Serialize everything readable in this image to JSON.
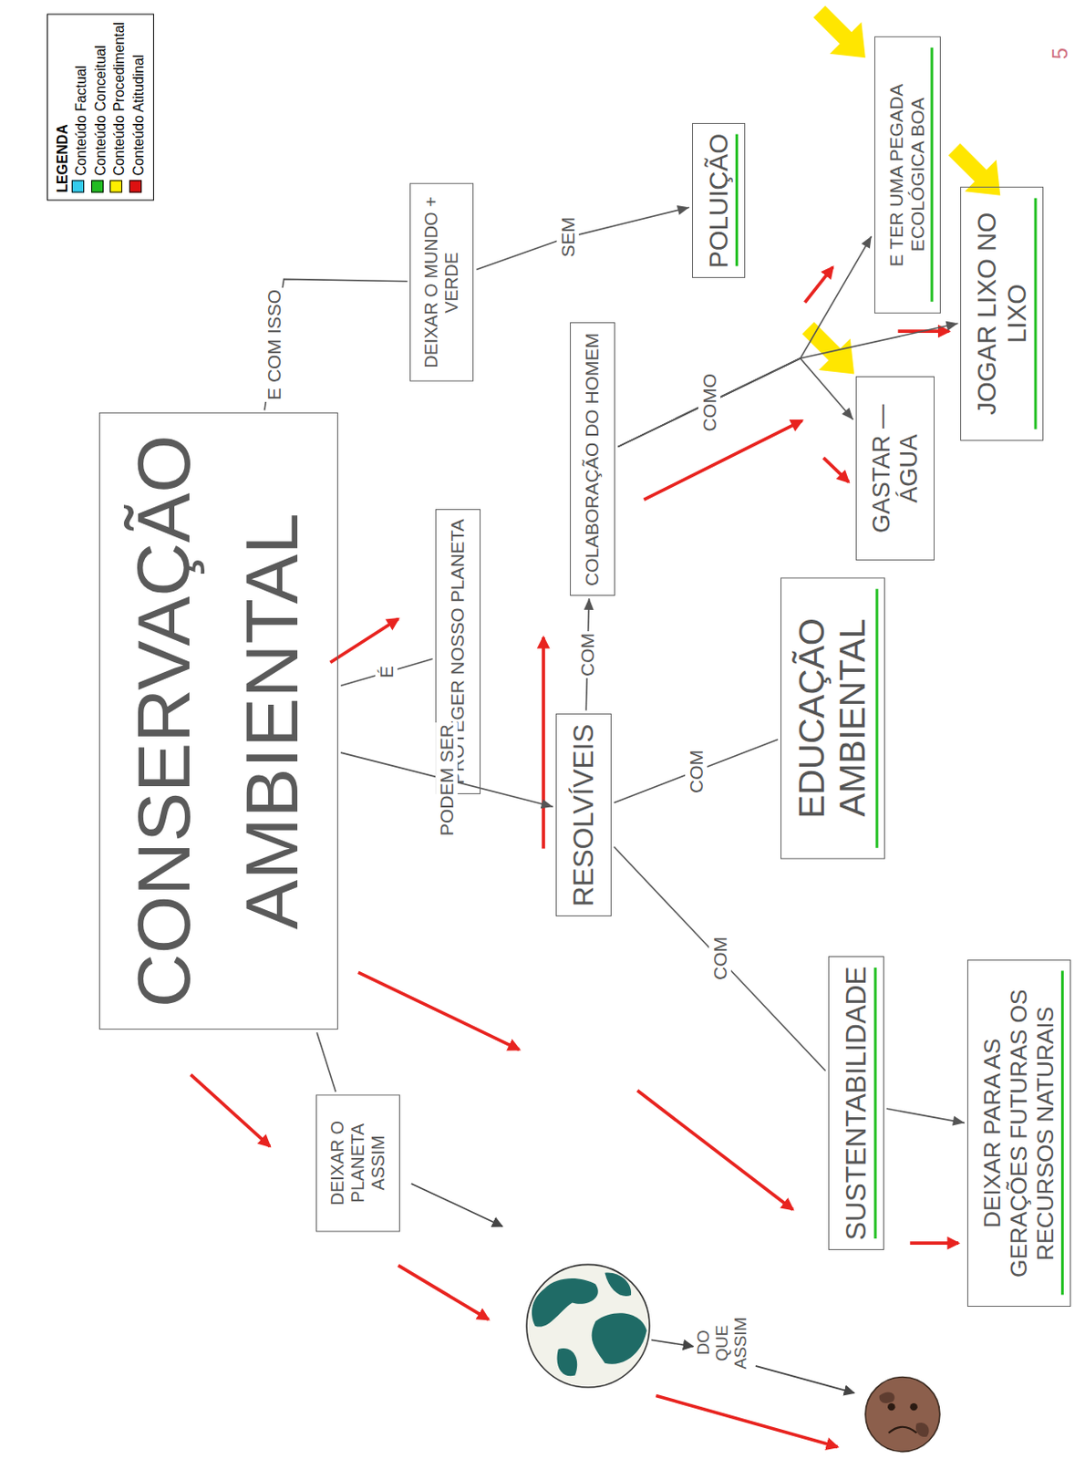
{
  "diagram": {
    "nodes": [
      {
        "text": [
          "CONSERVAÇÃO AMBIENTAL"
        ]
      },
      {
        "text": [
          "PROTEGER NOSSO PLANETA"
        ]
      },
      {
        "text": [
          "DEIXAR O MUNDO + VERDE"
        ]
      },
      {
        "text": [
          "POLUIÇÃO"
        ]
      },
      {
        "text": [
          "RESOLVÍVEIS"
        ]
      },
      {
        "text": [
          "COLABORAÇÃO DO HOMEM"
        ]
      },
      {
        "text": [
          "EDUCAÇÃO AMBIENTAL"
        ]
      },
      {
        "text": [
          "SUSTENTABILIDADE"
        ]
      },
      {
        "text": [
          "DEIXAR PARA AS GERAÇÕES FUTURAS OS RECURSOS NATURAIS"
        ]
      },
      {
        "text": [
          "DEIXAR O PLANETA ASSIM"
        ]
      },
      {
        "text": [
          "GASTAR — ÁGUA"
        ]
      },
      {
        "text": [
          "E TER UMA PEGADA ECOLÓGICA BOA"
        ]
      },
      {
        "text": [
          "JOGAR LIXO NO LIXO"
        ]
      }
    ],
    "edges": [
      {
        "from": 0,
        "to": 1,
        "label": "É",
        "arrow": "none"
      },
      {
        "from": 0,
        "to": 2,
        "label": "E COM ISSO",
        "arrow": "none"
      },
      {
        "from": 2,
        "to": 3,
        "label": "SEM",
        "arrow": "to"
      },
      {
        "from": 0,
        "to": 4,
        "label": "PODEM SER",
        "arrow": "to"
      },
      {
        "from": 4,
        "to": 5,
        "label": "COM",
        "arrow": "to"
      },
      {
        "from": 4,
        "to": 6,
        "label": "COM",
        "arrow": "none"
      },
      {
        "from": 4,
        "to": 7,
        "label": "COM",
        "arrow": "none"
      },
      {
        "from": 7,
        "to": 8,
        "arrow": "to"
      },
      {
        "from": 5,
        "to": 10,
        "label": "COMO",
        "arrow": "to"
      },
      {
        "from": 5,
        "to": 11,
        "arrow": "to"
      },
      {
        "from": 5,
        "to": 12,
        "arrow": "to"
      },
      {
        "from": 0,
        "to": 9,
        "arrow": "none"
      }
    ],
    "labels": [
      "LEGENDA",
      "DO QUE ASSIM",
      "5"
    ],
    "legend": [
      {
        "text": "Conteúdo Factual",
        "color": "#33ccee"
      },
      {
        "text": "Conteúdo Conceitual",
        "color": "#22bb22"
      },
      {
        "text": "Conteúdo Procedimental",
        "color": "#ffee00"
      },
      {
        "text": "Conteúdo Atitudinal",
        "color": "#dd1111"
      }
    ]
  }
}
